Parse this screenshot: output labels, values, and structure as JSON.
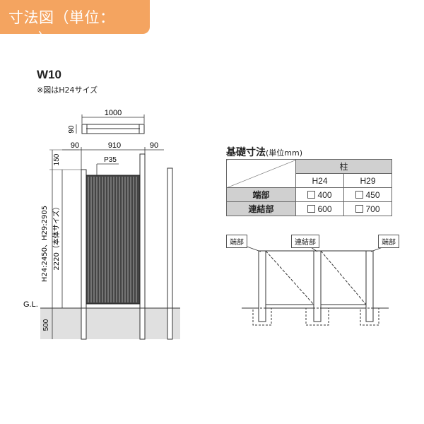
{
  "header": {
    "title": "寸法図（単位：mm）"
  },
  "model": "W10",
  "note": "※図はH24サイズ",
  "dims": {
    "top_width": "1000",
    "top_depth": "90",
    "left_post": "90",
    "panel_width": "910",
    "right_post": "90",
    "top_gap": "150",
    "pitch": "P35",
    "total_height": "H24:2450、H29:2905",
    "body_height": "2220（本体サイズ）",
    "ground_label": "G.L.",
    "embed_depth": "500"
  },
  "foundation": {
    "title": "基礎寸法",
    "unit": "(単位mm)",
    "column_group": "柱",
    "columns": [
      "H24",
      "H29"
    ],
    "rows": [
      {
        "label": "端部",
        "values": [
          "400",
          "450"
        ]
      },
      {
        "label": "連結部",
        "values": [
          "600",
          "700"
        ]
      }
    ]
  },
  "plan_labels": {
    "end_left": "端部",
    "joint": "連結部",
    "end_right": "端部"
  },
  "colors": {
    "header": "#f4a460",
    "ground": "#e0e0e0",
    "table_header": "#d0d0d0"
  }
}
